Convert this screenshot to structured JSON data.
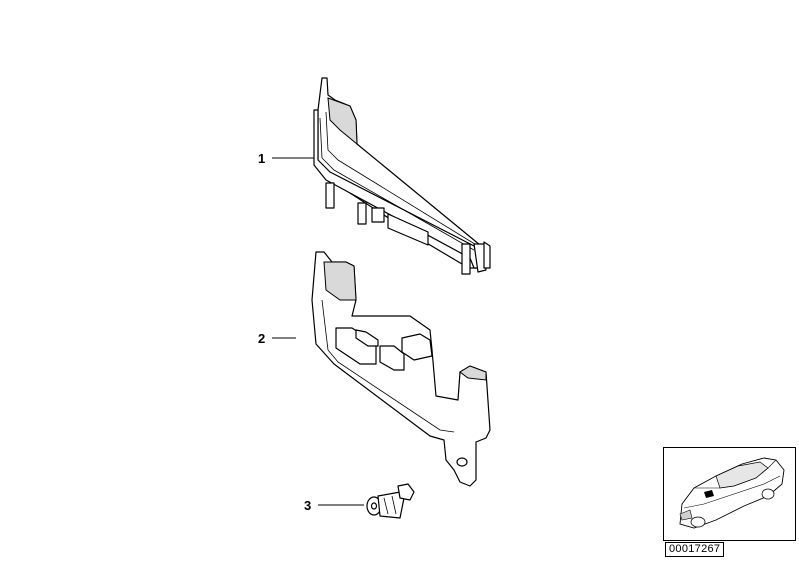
{
  "callouts": [
    {
      "label": "1"
    },
    {
      "label": "2"
    },
    {
      "label": "3"
    }
  ],
  "diagram_id": "00017267"
}
